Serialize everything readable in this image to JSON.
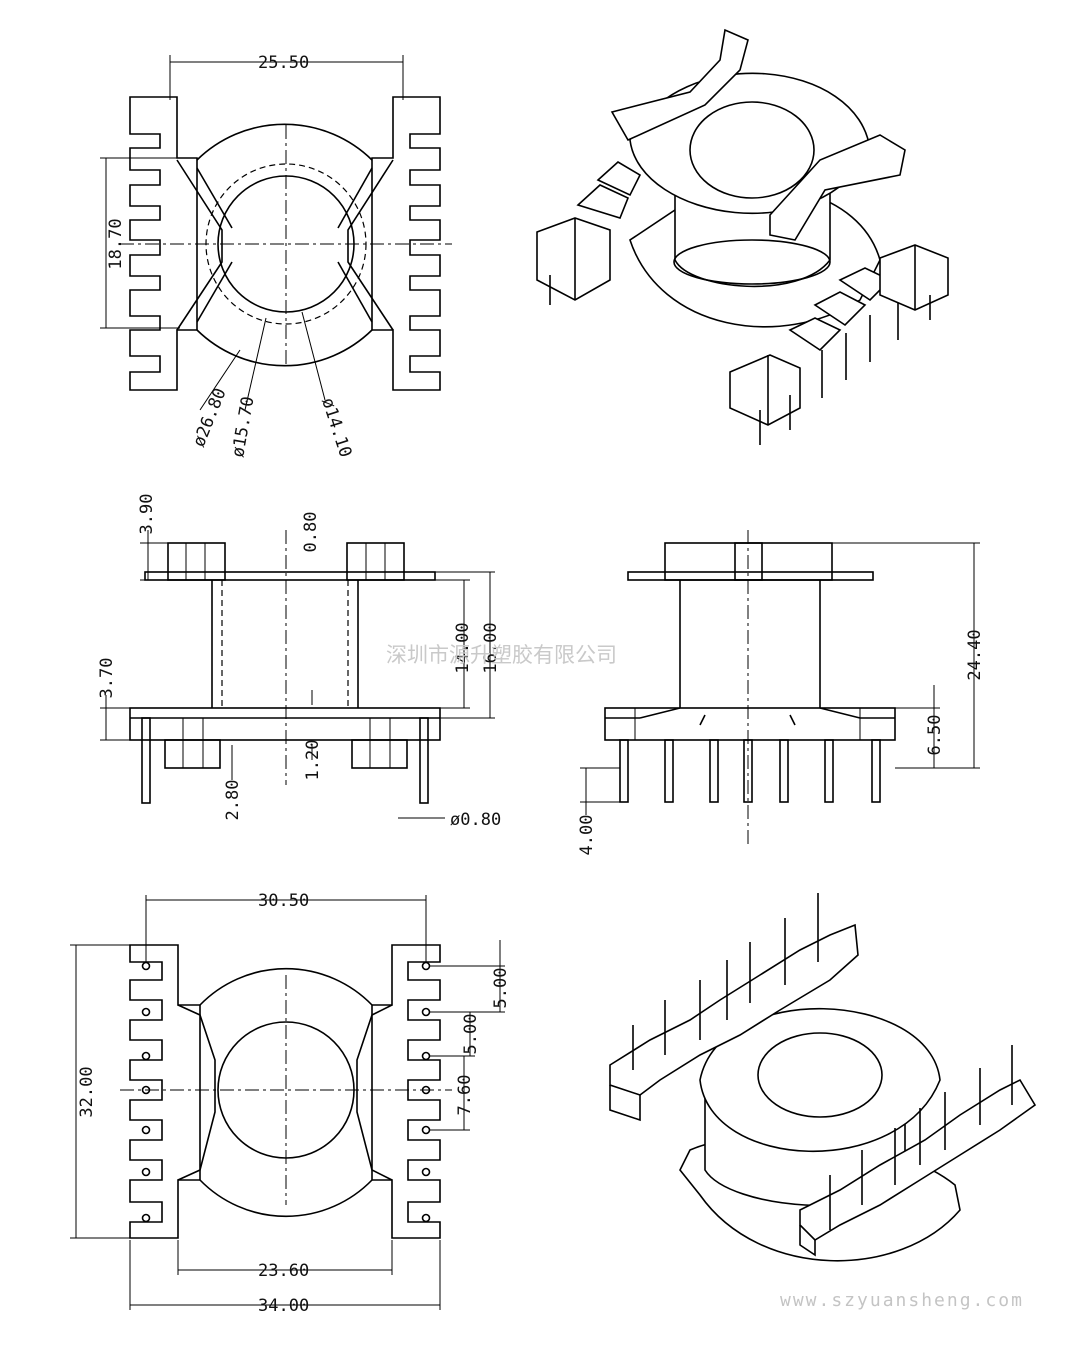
{
  "dimensions": {
    "top_width": "25.50",
    "top_height": "18.70",
    "dia_flange": "ø26.80",
    "dia_inner": "ø15.70",
    "dia_core": "ø14.10",
    "side_top_flange": "3.90",
    "side_gap": "0.80",
    "side_winding_inner": "14.00",
    "side_winding_outer": "16.00",
    "side_bottom_flange": "3.70",
    "side_bottom_thickness": "1.20",
    "side_pin_offset": "2.80",
    "side_pin_dia": "ø0.80",
    "front_total_height": "24.40",
    "front_base_height": "6.50",
    "front_pin_length": "4.00",
    "bottom_pin_span": "30.50",
    "bottom_pitch_a": "5.00",
    "bottom_pitch_b": "5.00",
    "bottom_pitch_c": "7.60",
    "bottom_height": "32.00",
    "bottom_inner_width": "23.60",
    "bottom_total_width": "34.00"
  },
  "watermark": {
    "company": "深圳市源升塑胶有限公司",
    "url": "www.szyuansheng.com"
  }
}
